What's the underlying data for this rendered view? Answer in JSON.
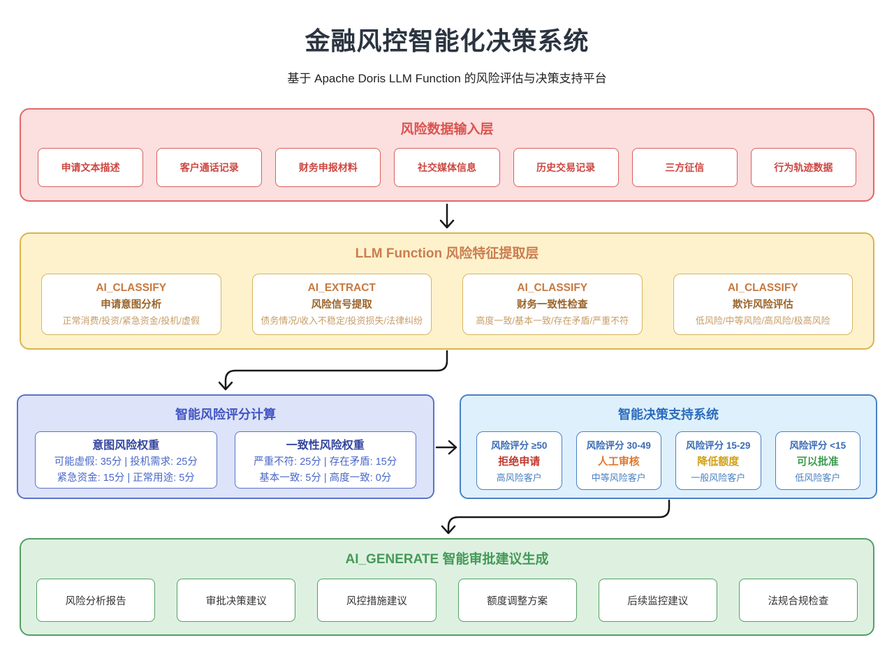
{
  "page": {
    "title": "金融风控智能化决策系统",
    "subtitle": "基于 Apache Doris LLM Function 的风险评估与决策支持平台"
  },
  "input_layer": {
    "title": "风险数据输入层",
    "items": [
      "申请文本描述",
      "客户通话记录",
      "财务申报材料",
      "社交媒体信息",
      "历史交易记录",
      "三方征信",
      "行为轨迹数据"
    ]
  },
  "llm_layer": {
    "title": "LLM Function 风险特征提取层",
    "cards": [
      {
        "function": "AI_CLASSIFY",
        "name": "申请意图分析",
        "options": "正常消费/投资/紧急资金/投机/虚假"
      },
      {
        "function": "AI_EXTRACT",
        "name": "风险信号提取",
        "options": "债务情况/收入不稳定/投资损失/法律纠纷"
      },
      {
        "function": "AI_CLASSIFY",
        "name": "财务一致性检查",
        "options": "高度一致/基本一致/存在矛盾/严重不符"
      },
      {
        "function": "AI_CLASSIFY",
        "name": "欺诈风险评估",
        "options": "低风险/中等风险/高风险/极高风险"
      }
    ]
  },
  "scoring": {
    "title": "智能风险评分计算",
    "cards": [
      {
        "title": "意图风险权重",
        "line1": "可能虚假: 35分 | 投机需求: 25分",
        "line2": "紧急资金: 15分 | 正常用途: 5分"
      },
      {
        "title": "一致性风险权重",
        "line1": "严重不符: 25分 | 存在矛盾: 15分",
        "line2": "基本一致: 5分 | 高度一致: 0分"
      }
    ]
  },
  "decision": {
    "title": "智能决策支持系统",
    "cards": [
      {
        "score": "风险评分 ≥50",
        "action": "拒绝申请",
        "action_color": "#c13a30",
        "customer": "高风险客户"
      },
      {
        "score": "风险评分 30-49",
        "action": "人工审核",
        "action_color": "#e0772e",
        "customer": "中等风险客户"
      },
      {
        "score": "风险评分 15-29",
        "action": "降低额度",
        "action_color": "#d2a117",
        "customer": "一般风险客户"
      },
      {
        "score": "风险评分 <15",
        "action": "可以批准",
        "action_color": "#3b9c4e",
        "customer": "低风险客户"
      }
    ]
  },
  "generate_layer": {
    "title": "AI_GENERATE 智能审批建议生成",
    "items": [
      "风险分析报告",
      "审批决策建议",
      "风控措施建议",
      "额度调整方案",
      "后续监控建议",
      "法规合规检查"
    ]
  }
}
